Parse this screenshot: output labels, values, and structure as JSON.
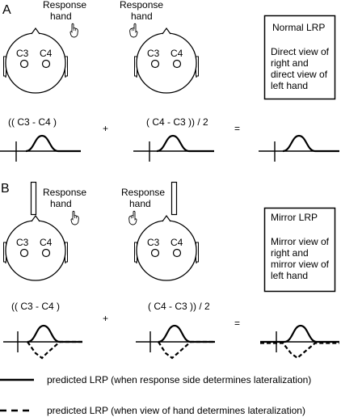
{
  "panel_a": {
    "letter": "A",
    "left_hand_label": [
      "Response",
      "hand"
    ],
    "right_hand_label": [
      "Response",
      "hand"
    ],
    "electrode_left": "C3",
    "electrode_right": "C4",
    "box_title": "Normal LRP",
    "box_lines": [
      "Direct view of",
      "right and",
      "direct view of",
      "left hand"
    ],
    "formula_left": "(( C3 - C4 )",
    "formula_plus": "+",
    "formula_right": "( C4 - C3 )) / 2",
    "formula_equals": "="
  },
  "panel_b": {
    "letter": "B",
    "left_hand_label": [
      "Response",
      "hand"
    ],
    "right_hand_label": [
      "Response",
      "hand"
    ],
    "electrode_left": "C3",
    "electrode_right": "C4",
    "box_title": "Mirror LRP",
    "box_lines": [
      "Mirror view of",
      "right and",
      "mirror view of",
      "left hand"
    ],
    "formula_left": "(( C3 - C4 )",
    "formula_plus": "+",
    "formula_right": "( C4 - C3 )) / 2",
    "formula_equals": "="
  },
  "legend": {
    "solid": "predicted LRP (when response side determines lateralization)",
    "dashed": "predicted LRP (when view of hand determines lateralization)"
  }
}
